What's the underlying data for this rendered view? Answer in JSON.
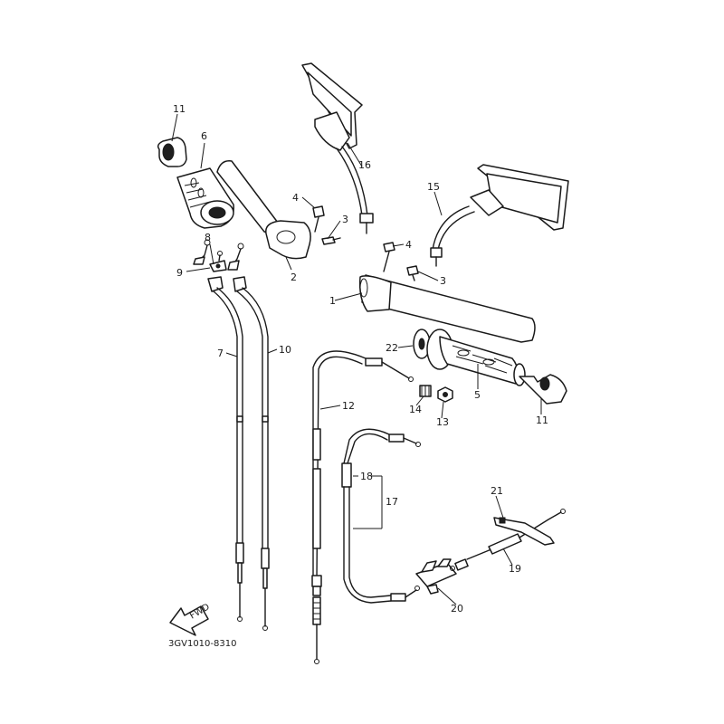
{
  "diagram": {
    "part_code": "3GV1010-8310",
    "fwd_label": "FWD",
    "callouts": {
      "c1": "1",
      "c2": "2",
      "c3a": "3",
      "c3b": "3",
      "c4a": "4",
      "c4b": "4",
      "c5": "5",
      "c6": "6",
      "c7": "7",
      "c8": "8",
      "c9": "9",
      "c10": "10",
      "c11a": "11",
      "c11b": "11",
      "c12": "12",
      "c13": "13",
      "c14": "14",
      "c15": "15",
      "c16": "16",
      "c17": "17",
      "c18": "18",
      "c19": "19",
      "c20": "20",
      "c21": "21",
      "c22": "22"
    }
  }
}
